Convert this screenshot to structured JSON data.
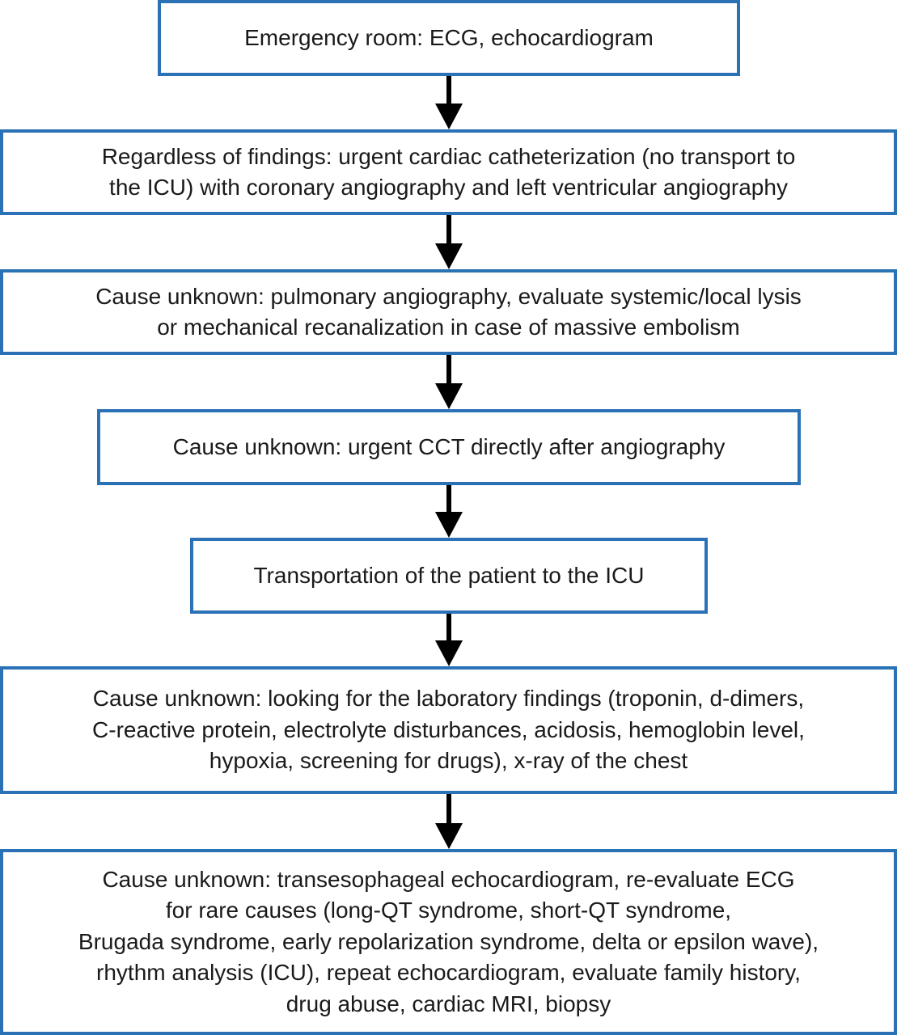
{
  "flowchart": {
    "steps": [
      {
        "lines": [
          "Emergency room: ECG, echocardiogram"
        ]
      },
      {
        "lines": [
          "Regardless of findings: urgent cardiac catheterization (no transport to",
          "the ICU) with coronary angiography and left ventricular angiography"
        ]
      },
      {
        "lines": [
          "Cause unknown: pulmonary angiography, evaluate systemic/local lysis",
          "or mechanical recanalization in case of massive embolism"
        ]
      },
      {
        "lines": [
          "Cause unknown: urgent CCT directly after angiography"
        ]
      },
      {
        "lines": [
          "Transportation of the patient to the ICU"
        ]
      },
      {
        "lines": [
          "Cause unknown: looking for the laboratory findings (troponin, d-dimers,",
          "C-reactive protein, electrolyte disturbances, acidosis, hemoglobin level,",
          "hypoxia, screening for drugs), x-ray of the chest"
        ]
      },
      {
        "lines": [
          "Cause unknown: transesophageal echocardiogram, re-evaluate ECG",
          "for rare causes (long-QT syndrome, short-QT syndrome,",
          "Brugada syndrome, early repolarization syndrome, delta or epsilon wave),",
          "rhythm analysis (ICU), repeat echocardiogram, evaluate family history,",
          "drug abuse, cardiac MRI, biopsy"
        ]
      }
    ]
  },
  "colors": {
    "box_border": "#2a72b5",
    "arrow": "#000000",
    "text": "#1a1a1a"
  }
}
